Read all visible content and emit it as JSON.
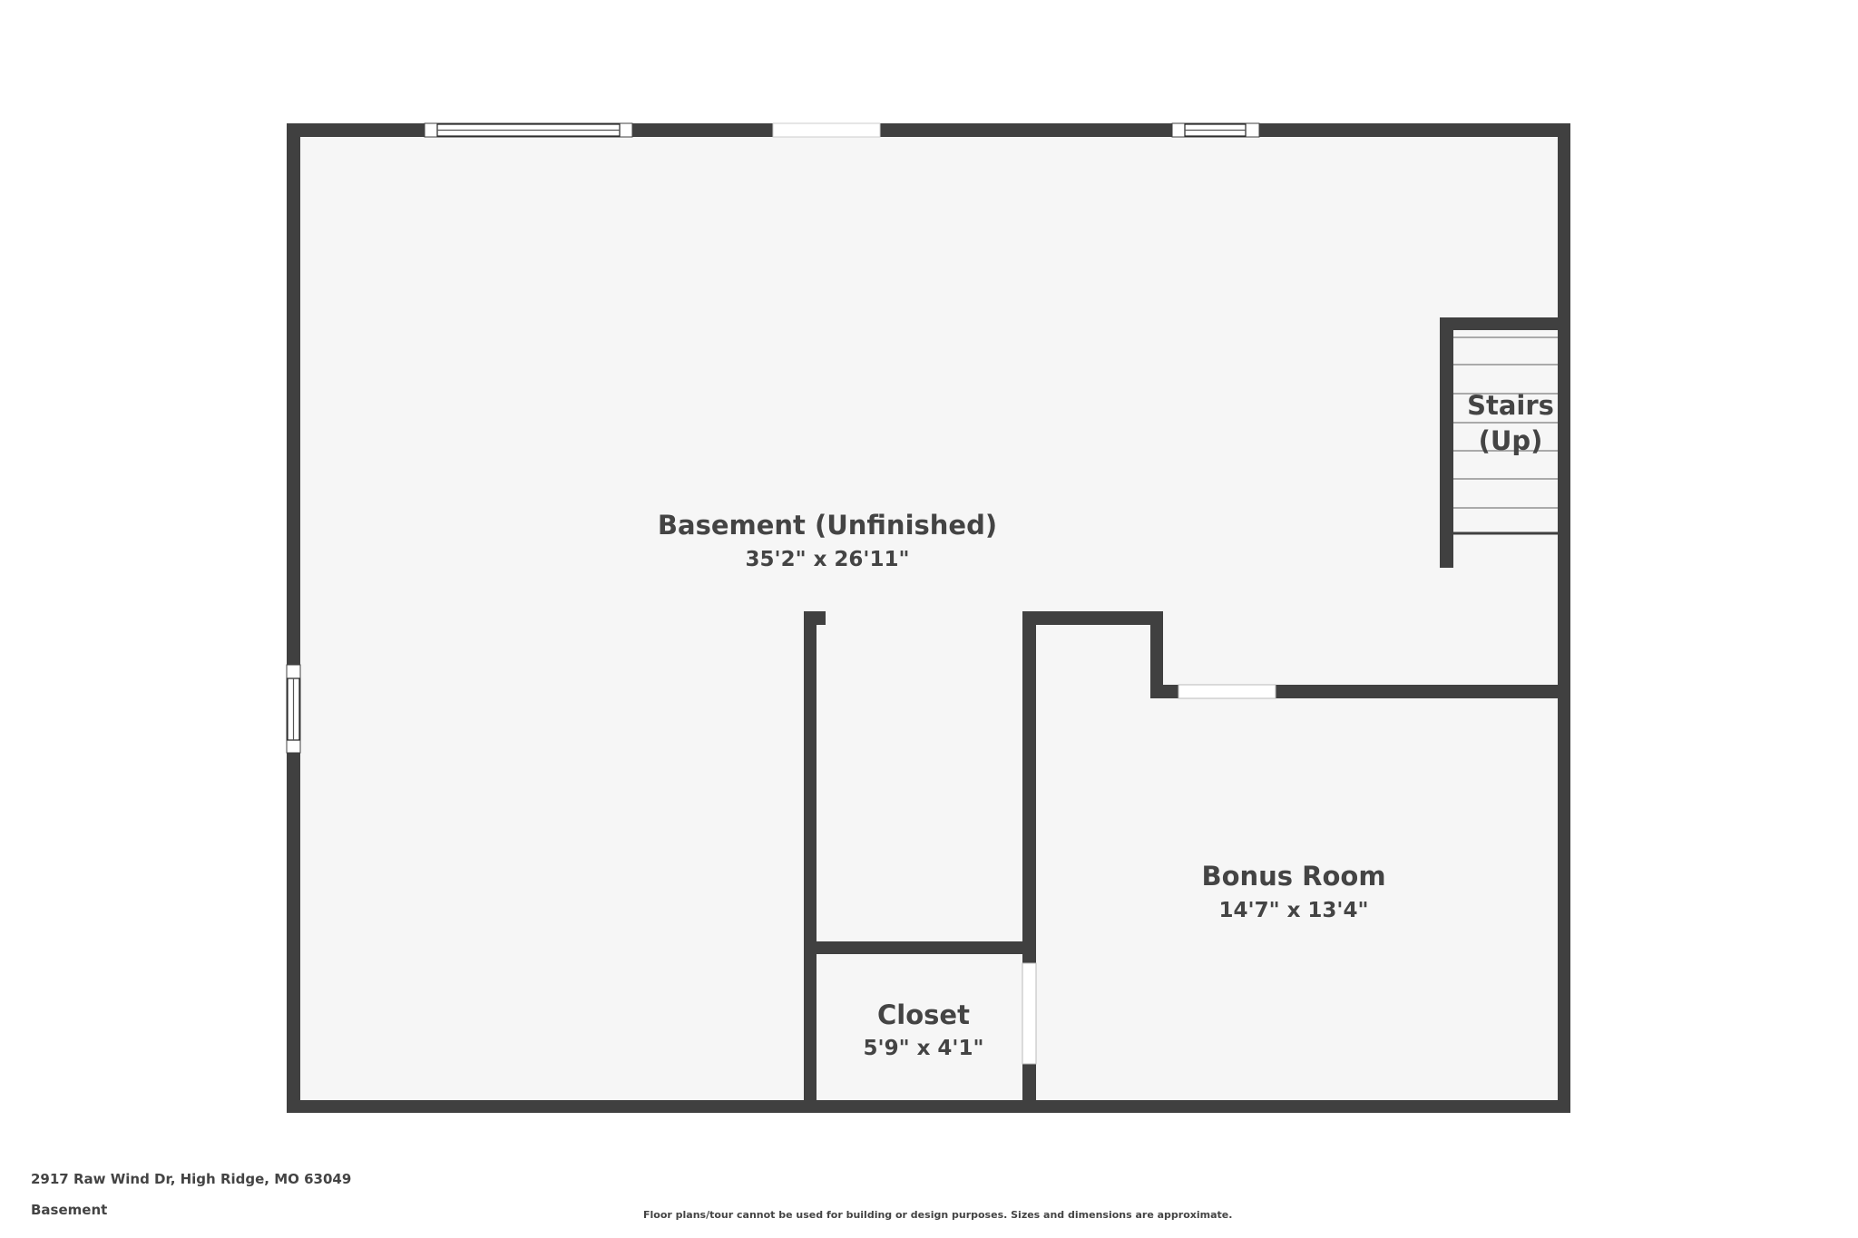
{
  "floorplan": {
    "floor_name": "Basement",
    "address": "2917 Raw Wind Dr, High Ridge, MO 63049",
    "disclaimer": "Floor plans/tour cannot be used for building or design purposes. Sizes and dimensions are approximate.",
    "colors": {
      "wall": "#404040",
      "floor": "#f6f6f6",
      "background": "#ffffff",
      "text": "#444444",
      "stair_line": "#aaaaaa"
    },
    "rooms": [
      {
        "name": "Basement (Unfinished)",
        "dimensions": "35'2\" x 26'11\""
      },
      {
        "name": "Bonus Room",
        "dimensions": "14'7\" x 13'4\""
      },
      {
        "name": "Closet",
        "dimensions": "5'9\" x 4'1\""
      }
    ],
    "stairs": {
      "line1": "Stairs",
      "line2": "(Up)"
    }
  }
}
